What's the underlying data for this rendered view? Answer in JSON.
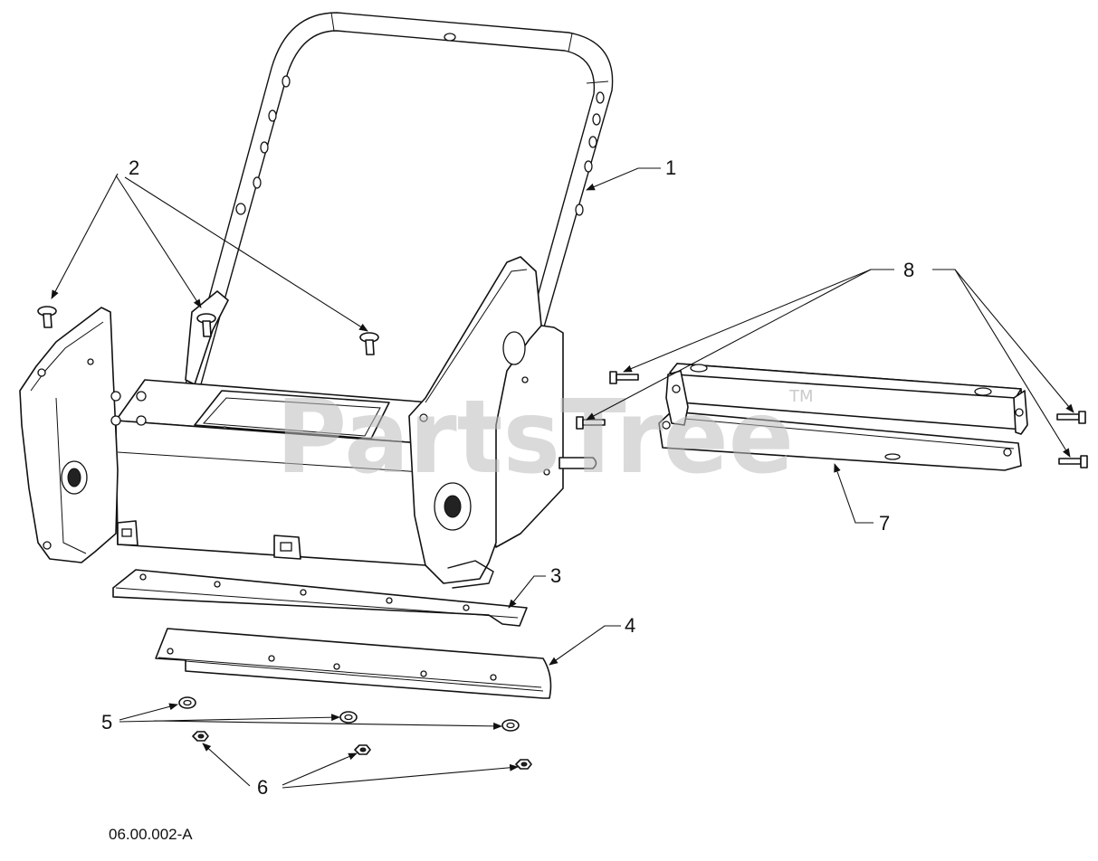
{
  "diagram": {
    "watermark": "PartsTree",
    "watermark_mark": "TM",
    "figure_id": "06.00.002-A",
    "callouts": [
      {
        "label": "1"
      },
      {
        "label": "2"
      },
      {
        "label": "3"
      },
      {
        "label": "4"
      },
      {
        "label": "5"
      },
      {
        "label": "6"
      },
      {
        "label": "7"
      },
      {
        "label": "8"
      }
    ]
  }
}
